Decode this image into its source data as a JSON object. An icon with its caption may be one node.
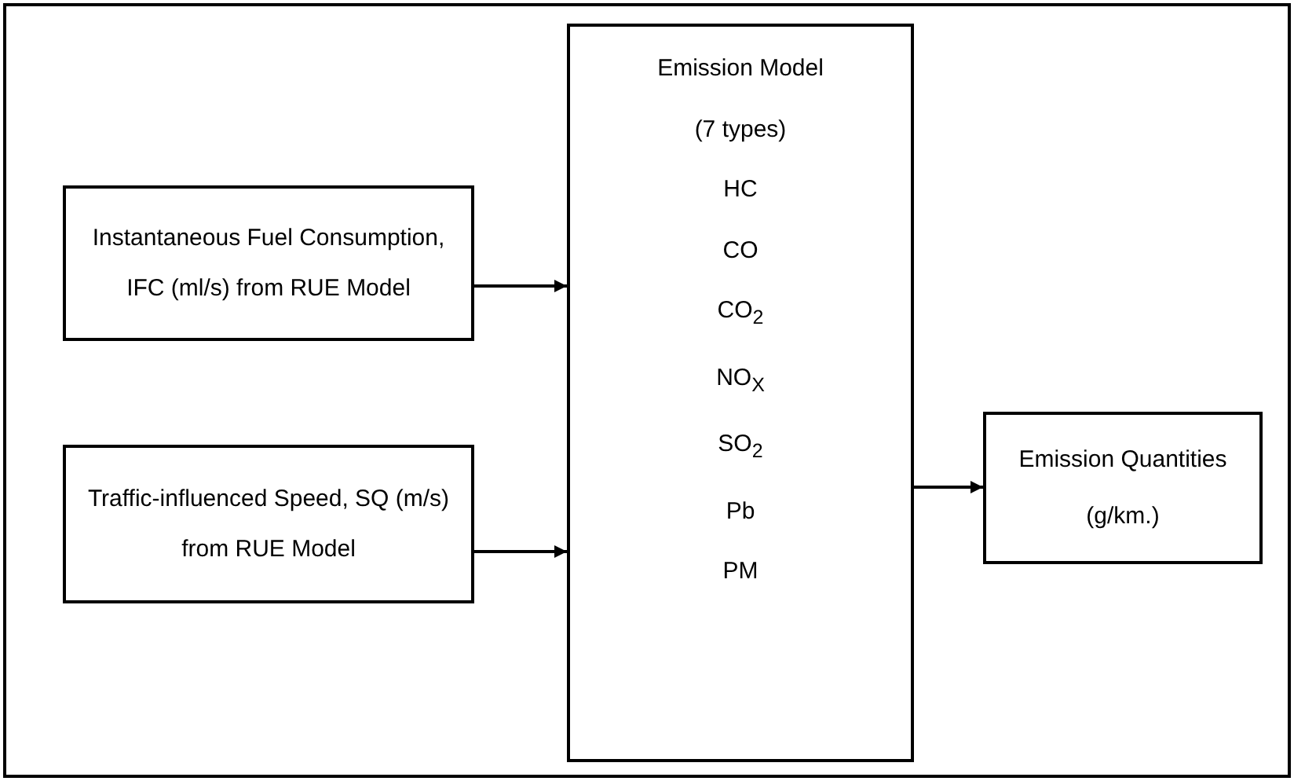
{
  "diagram": {
    "nodes": [
      {
        "text": [
          "Instantaneous Fuel Consumption, IFC (ml/s) from RUE Model"
        ]
      },
      {
        "text": [
          "Traffic-influenced Speed, SQ (m/s) from RUE Model"
        ]
      },
      {
        "text": [
          "Emission Model",
          "(7 types)",
          "HC",
          "CO",
          "CO$_{2}$",
          "NO$_{X}$",
          "SO$_{2}$",
          "Pb",
          "PM"
        ]
      },
      {
        "text": [
          "Emission Quantities",
          "(g/km.)"
        ]
      }
    ],
    "edges": [
      {
        "from": 0,
        "to": 2,
        "arrow": "to"
      },
      {
        "from": 1,
        "to": 2,
        "arrow": "to"
      },
      {
        "from": 2,
        "to": 3,
        "arrow": "to"
      }
    ]
  }
}
